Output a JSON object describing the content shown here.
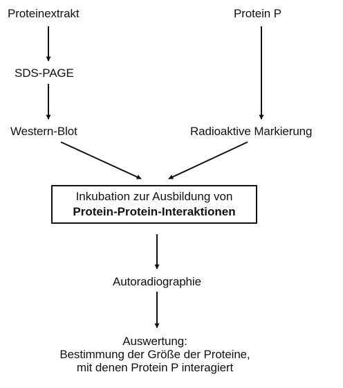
{
  "nodes": {
    "protein_extract": "Proteinextrakt",
    "sds_page": "SDS-PAGE",
    "western_blot": "Western-Blot",
    "protein_p": "Protein P",
    "radioactive_labeling": "Radioaktive Markierung",
    "incubation_line1": "Inkubation zur Ausbildung von",
    "incubation_line2": "Protein-Protein-Interaktionen",
    "autoradiography": "Autoradiographie",
    "result_line1": "Auswertung:",
    "result_line2": "Bestimmung der Größe der Proteine,",
    "result_line3": "mit denen Protein P interagiert"
  },
  "colors": {
    "ink": "#111111",
    "background": "#ffffff"
  }
}
